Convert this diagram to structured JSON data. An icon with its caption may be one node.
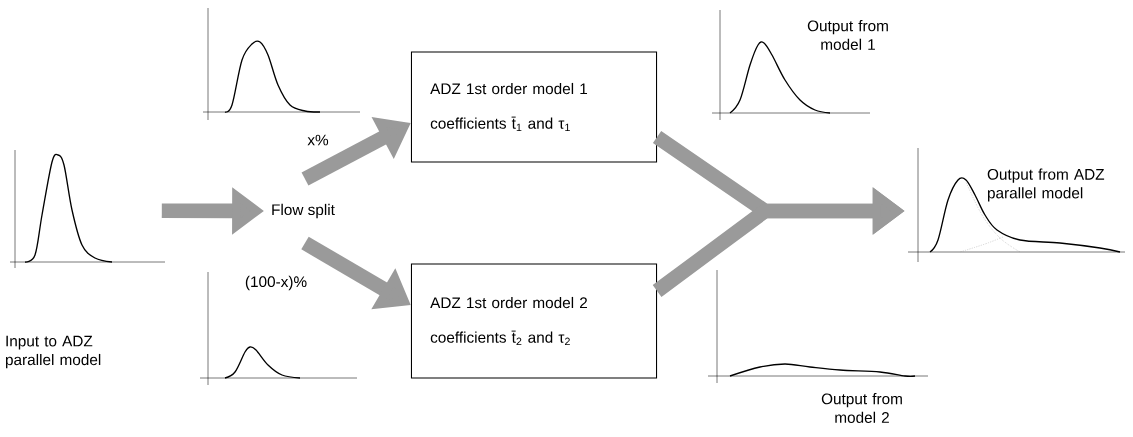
{
  "diagram": {
    "nodes": [
      {
        "text": [
          "Input to ADZ parallel model"
        ]
      },
      {
        "text": [
          "Flow split"
        ]
      },
      {
        "text": [
          "ADZ 1st order model 1",
          "coefficients t̄$_{1}$ and τ$_{1}$"
        ]
      },
      {
        "text": [
          "ADZ 1st order model 2",
          "coefficients t̄$_{2}$ and τ$_{2}$"
        ]
      },
      {
        "text": [
          "Output from ADZ parallel model"
        ]
      }
    ],
    "edges": [
      {
        "from": 0,
        "to": 1,
        "arrow": "to"
      },
      {
        "from": 1,
        "to": 2,
        "arrow": "to",
        "label": "x%"
      },
      {
        "from": 1,
        "to": 3,
        "arrow": "to",
        "label": "(100-x)%"
      },
      {
        "from": 2,
        "to": 4,
        "arrow": "to"
      },
      {
        "from": 3,
        "to": 4,
        "arrow": "to"
      }
    ],
    "labels": [
      "Output from model 1",
      "Output from model 2"
    ]
  }
}
